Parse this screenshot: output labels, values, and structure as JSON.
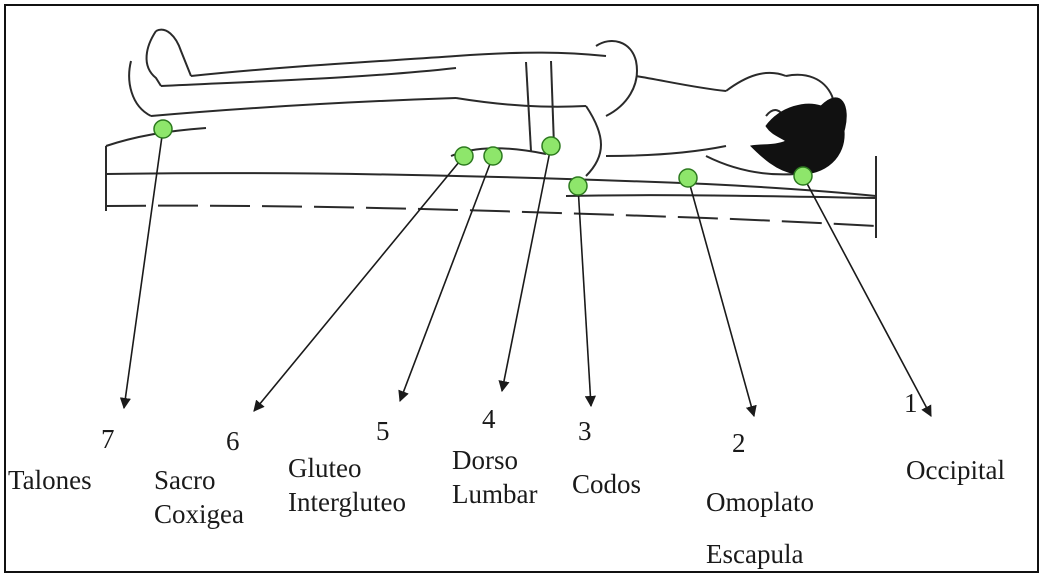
{
  "colors": {
    "marker": "#8ee66b",
    "marker_stroke": "#2d7a1f",
    "ink": "#1a1a1a"
  },
  "points": [
    {
      "number": "1",
      "label_lines": [
        "Occipital"
      ]
    },
    {
      "number": "2",
      "label_lines": [
        "Omoplato",
        "Escapula"
      ]
    },
    {
      "number": "3",
      "label_lines": [
        "Codos"
      ]
    },
    {
      "number": "4",
      "label_lines": [
        "Dorso",
        "Lumbar"
      ]
    },
    {
      "number": "5",
      "label_lines": [
        "Gluteo",
        "Intergluteo"
      ]
    },
    {
      "number": "6",
      "label_lines": [
        "Sacro",
        "Coxigea"
      ]
    },
    {
      "number": "7",
      "label_lines": [
        "Talones"
      ]
    }
  ]
}
